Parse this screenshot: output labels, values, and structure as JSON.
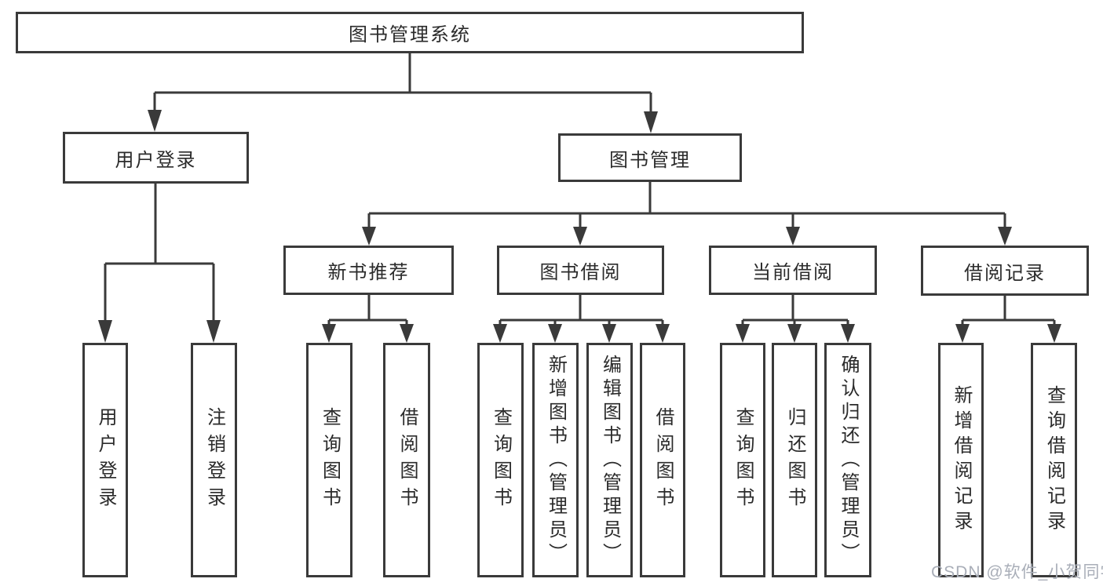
{
  "tree": {
    "label": "图书管理系统",
    "children": [
      {
        "label": "用户登录",
        "children": [
          {
            "label": "用户登录"
          },
          {
            "label": "注销登录"
          }
        ]
      },
      {
        "label": "图书管理",
        "children": [
          {
            "label": "新书推荐",
            "children": [
              {
                "label": "查询图书"
              },
              {
                "label": "借阅图书"
              }
            ]
          },
          {
            "label": "图书借阅",
            "children": [
              {
                "label": "查询图书"
              },
              {
                "label": "新增图书（管理员）"
              },
              {
                "label": "编辑图书（管理员）"
              },
              {
                "label": "借阅图书"
              }
            ]
          },
          {
            "label": "当前借阅",
            "children": [
              {
                "label": "查询图书"
              },
              {
                "label": "归还图书"
              },
              {
                "label": "确认归还（管理员）"
              }
            ]
          },
          {
            "label": "借阅记录",
            "children": [
              {
                "label": "新增借阅记录"
              },
              {
                "label": "查询借阅记录"
              }
            ]
          }
        ]
      }
    ]
  },
  "watermark": {
    "text": "CSDN @软件_小贺同学"
  },
  "colors": {
    "line": "#3a3a3a",
    "text": "#2b2b2b",
    "watermark": "#a9aeb8"
  }
}
